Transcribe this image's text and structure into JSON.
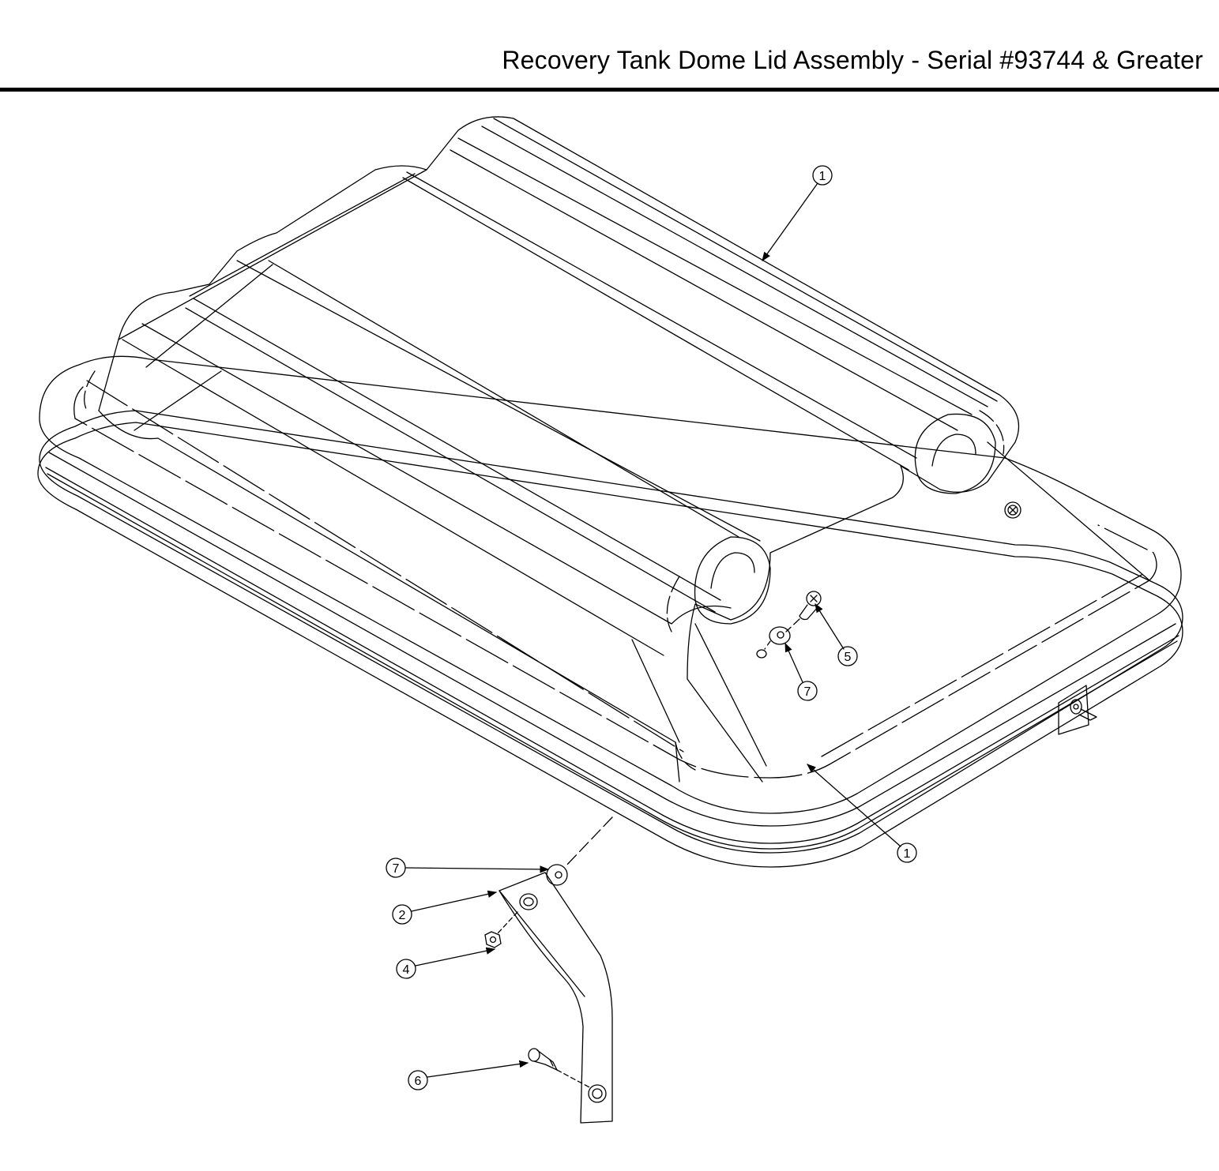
{
  "header": {
    "title": "Recovery Tank Dome Lid Assembly - Serial #93744 & Greater"
  },
  "callouts": {
    "lid_top": "1",
    "lid_rim": "1",
    "screw": "5",
    "washer_top": "7",
    "washer_bottom": "7",
    "bracket": "2",
    "nut": "4",
    "pin": "6"
  },
  "colors": {
    "line": "#000000",
    "background": "#ffffff"
  }
}
